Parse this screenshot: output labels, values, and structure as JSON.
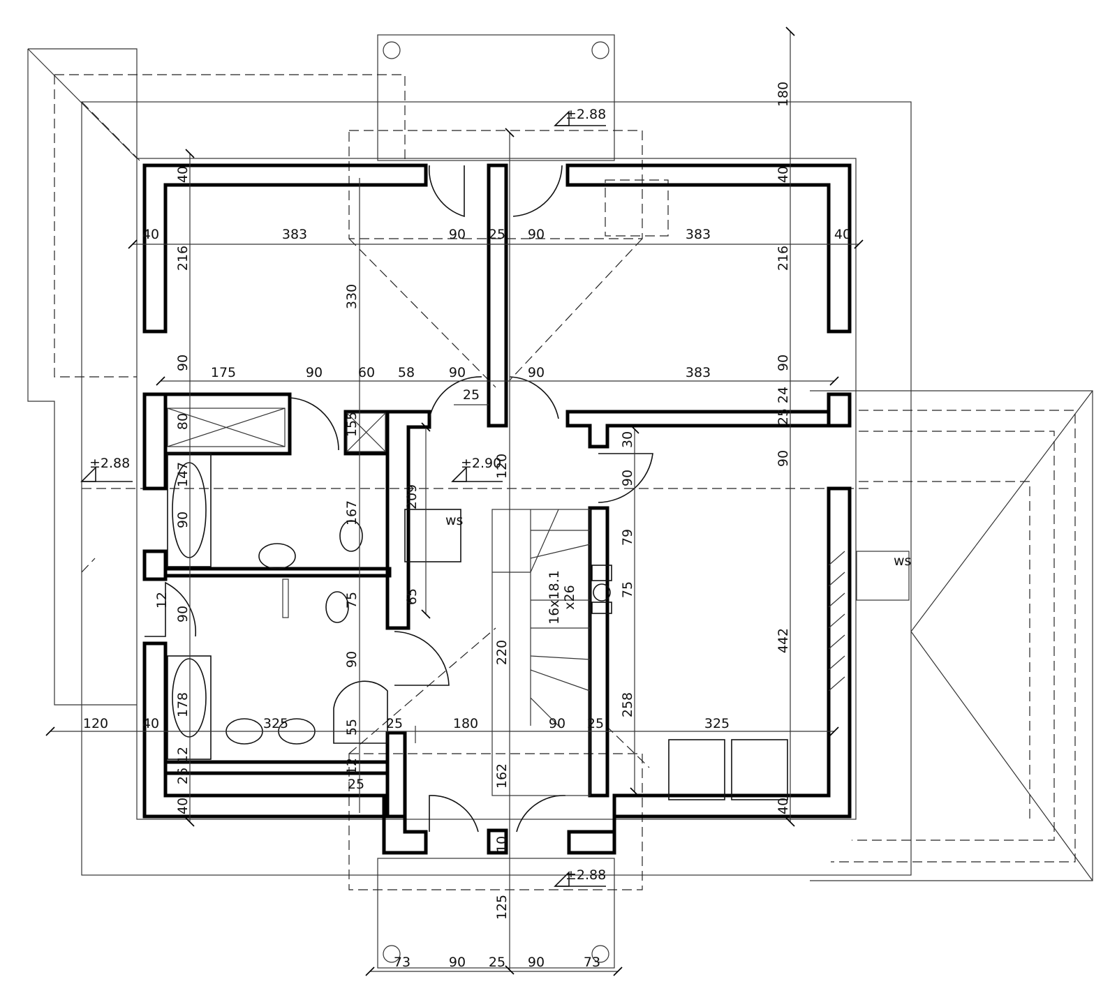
{
  "dimensions": {
    "top_row": [
      "40",
      "383",
      "90",
      "25",
      "90",
      "383",
      "40"
    ],
    "upper_mid_row": [
      "175",
      "90",
      "60",
      "58",
      "90",
      "90",
      "383"
    ],
    "lower_row": [
      "120",
      "40",
      "325",
      "25",
      "180",
      "90",
      "25",
      "325"
    ],
    "bottom_row": [
      "73",
      "90",
      "25",
      "90",
      "73"
    ],
    "left_column": [
      "40",
      "216",
      "90",
      "80",
      "147",
      "90",
      "12",
      "90",
      "178",
      "12",
      "26",
      "40"
    ],
    "right_column": [
      "180",
      "40",
      "216",
      "90",
      "24",
      "25",
      "90",
      "442",
      "40"
    ],
    "inner": [
      "330",
      "155",
      "167",
      "209",
      "120",
      "30",
      "90",
      "79",
      "75",
      "258",
      "220",
      "162",
      "125",
      "10",
      "65",
      "75",
      "90",
      "12",
      "55",
      "25",
      "25"
    ]
  },
  "levels": [
    "±2.88",
    "±2.90",
    "±2.88",
    "±2.88"
  ],
  "labels": {
    "ws_left": "ws",
    "ws_right": "ws"
  },
  "stair": {
    "line1": "16x18.1",
    "line2": "x26"
  },
  "colors": {
    "lines": "#000000",
    "background": "#ffffff"
  }
}
